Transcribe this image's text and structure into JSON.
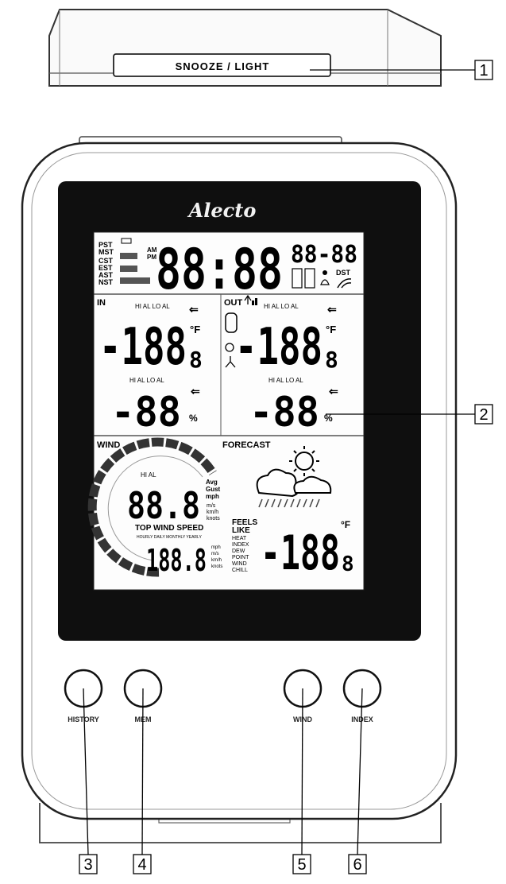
{
  "top": {
    "snooze_label": "SNOOZE / LIGHT"
  },
  "brand": "Alecto",
  "time_zones": [
    "PST",
    "MST",
    "CST",
    "EST",
    "AST",
    "NST"
  ],
  "ampm": [
    "AM",
    "PM"
  ],
  "clock": "88:88",
  "date": "88-88",
  "dst": "DST",
  "indoor": {
    "label": "IN",
    "hilo": "HI AL LO AL",
    "temp": "-188",
    "temp_dec": "8",
    "temp_unit": "°F",
    "hum_hilo": "HI AL LO AL",
    "hum": "-88",
    "hum_unit": "%"
  },
  "outdoor": {
    "label": "OUT",
    "hilo": "HI AL LO AL",
    "temp": "-188",
    "temp_dec": "8",
    "temp_unit": "°F",
    "hum_hilo": "HI AL LO AL",
    "hum": "-88",
    "hum_unit": "%"
  },
  "wind": {
    "label": "WIND",
    "hial": "HI AL",
    "value": "88.8",
    "units_top": [
      "Avg",
      "Gust",
      "mph"
    ],
    "units_bottom": [
      "m/s",
      "km/h",
      "knots"
    ],
    "top_label": "TOP WIND SPEED",
    "periods": "HOURLY DAILY MONTHLY YEARLY",
    "top_value": "188.8",
    "top_units": [
      "mph",
      "m/s",
      "km/h",
      "knots"
    ]
  },
  "forecast": {
    "label": "FORECAST",
    "feels": [
      "FEELS",
      "LIKE",
      "HEAT",
      "INDEX",
      "DEW",
      "POINT",
      "WIND",
      "CHILL"
    ],
    "value": "-188",
    "dec": "8",
    "unit": "°F"
  },
  "buttons": [
    {
      "label": "HISTORY"
    },
    {
      "label": "MEM"
    },
    {
      "label": "WIND"
    },
    {
      "label": "INDEX"
    }
  ],
  "callouts": [
    "1",
    "2",
    "3",
    "4",
    "5",
    "6"
  ]
}
